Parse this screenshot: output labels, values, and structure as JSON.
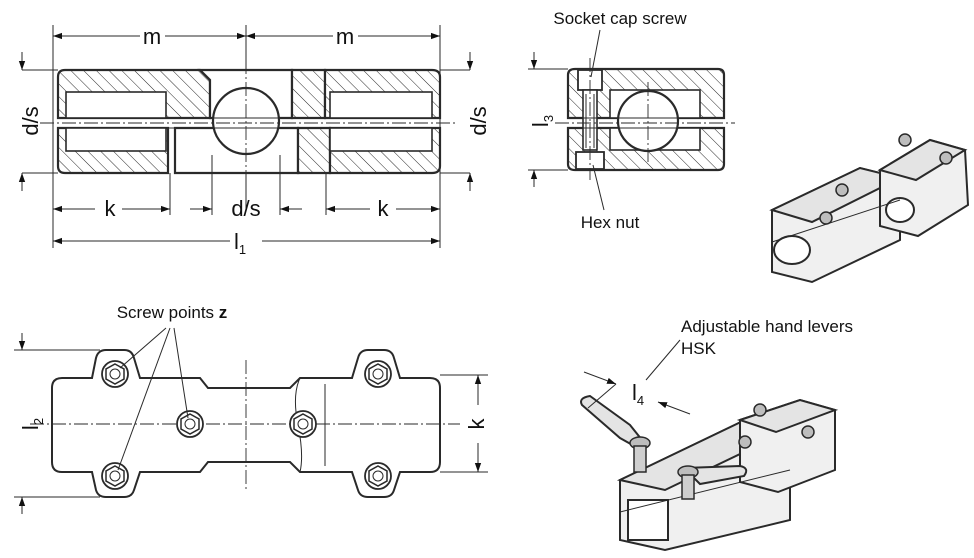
{
  "labels": {
    "m_left": "m",
    "m_right": "m",
    "ds_left": "d/s",
    "ds_right": "d/s",
    "ds_mid": "d/s",
    "k_left": "k",
    "k_right": "k",
    "k_plan": "k",
    "l1": "l",
    "l1_sub": "1",
    "l2": "l",
    "l2_sub": "2",
    "l3": "l",
    "l3_sub": "3",
    "l4": "l",
    "l4_sub": "4",
    "socket_cap_screw": "Socket cap screw",
    "hex_nut": "Hex nut",
    "screw_points": "Screw points ",
    "screw_points_bold": "z",
    "hand_levers_line1": "Adjustable hand levers",
    "hand_levers_line2": "HSK"
  }
}
